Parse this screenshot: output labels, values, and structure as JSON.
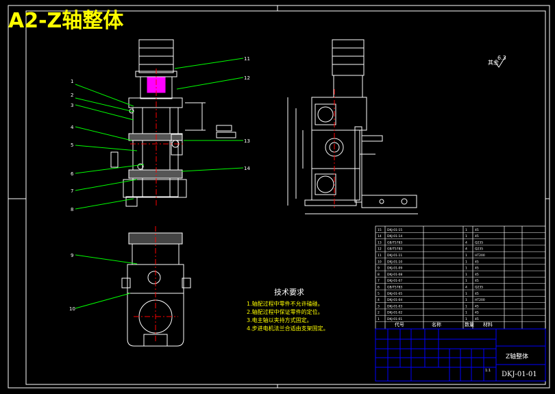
{
  "title": "A2-Z轴整体",
  "tech": {
    "heading": "技术要求",
    "lines": [
      "1.轴配过程中零件不允许磕碰。",
      "2.轴配过程中保证零件的定位。",
      "3.电主轴以夹持方式固定。",
      "4.步进电机法兰合适由支架固定。"
    ]
  },
  "balloons": [
    "1",
    "2",
    "3",
    "4",
    "5",
    "6",
    "7",
    "8",
    "9",
    "10",
    "11",
    "12",
    "13",
    "14"
  ],
  "roughness": {
    "label": "其余",
    "value": "6.3"
  },
  "bom": {
    "header": [
      "代号",
      "名称",
      "数量",
      "材料"
    ],
    "rows": [
      [
        "15",
        "DKJ-01-15",
        "",
        "1",
        "45"
      ],
      [
        "14",
        "DKJ-01-14",
        "",
        "1",
        "45"
      ],
      [
        "13",
        "GB/T5783",
        "",
        "4",
        "Q235"
      ],
      [
        "12",
        "GB/T5783",
        "",
        "4",
        "Q235"
      ],
      [
        "11",
        "DKJ-01-11",
        "",
        "1",
        "HT200"
      ],
      [
        "10",
        "DKJ-01-10",
        "",
        "1",
        "45"
      ],
      [
        "9",
        "DKJ-01-09",
        "",
        "1",
        "45"
      ],
      [
        "8",
        "DKJ-01-08",
        "",
        "1",
        "45"
      ],
      [
        "7",
        "DKJ-01-07",
        "",
        "1",
        "45"
      ],
      [
        "6",
        "GB/T5783",
        "",
        "4",
        "Q235"
      ],
      [
        "5",
        "DKJ-01-05",
        "",
        "1",
        "45"
      ],
      [
        "4",
        "DKJ-01-04",
        "",
        "1",
        "HT200"
      ],
      [
        "3",
        "DKJ-01-03",
        "",
        "1",
        "45"
      ],
      [
        "2",
        "DKJ-01-02",
        "",
        "1",
        "45"
      ],
      [
        "1",
        "DKJ-01-01",
        "",
        "1",
        "45"
      ]
    ]
  },
  "titleblock": {
    "name": "Z轴整体",
    "code": "DKJ-01-01",
    "scale": "1:1"
  },
  "colors": {
    "background": "#000000",
    "outline": "#ffffff",
    "leader": "#00ff00",
    "center": "#ff0000",
    "tb_line": "#0000ff",
    "title_text": "#ffff00",
    "motor_accent": "#ff00ff"
  }
}
